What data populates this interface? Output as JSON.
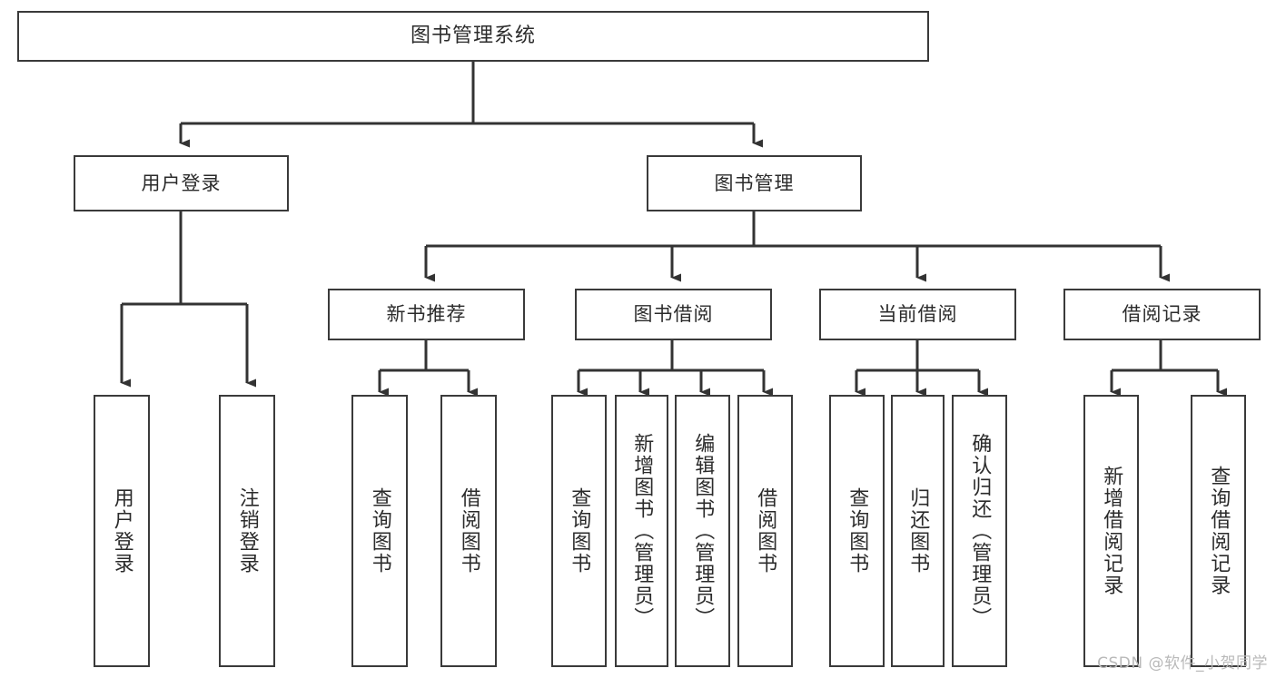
{
  "diagram": {
    "title": "图书管理系统",
    "type": "tree-structure-chart",
    "watermark": "CSDN @软件_小贺同学",
    "colors": {
      "border": "#3a3a3a",
      "text": "#2b2b2b",
      "background": "#ffffff",
      "connector": "#333333",
      "watermark": "#b9b9b9"
    }
  },
  "nodes": {
    "root": {
      "label": "图书管理系统"
    },
    "level1": [
      {
        "label": "用户登录"
      },
      {
        "label": "图书管理"
      }
    ],
    "level2": [
      {
        "label": "新书推荐"
      },
      {
        "label": "图书借阅"
      },
      {
        "label": "当前借阅"
      },
      {
        "label": "借阅记录"
      }
    ],
    "leaves": {
      "user_login": [
        {
          "label": "用户登录"
        },
        {
          "label": "注销登录"
        }
      ],
      "new_book_recommend": [
        {
          "label": "查询图书"
        },
        {
          "label": "借阅图书"
        }
      ],
      "book_borrow": [
        {
          "label": "查询图书"
        },
        {
          "label": "新增图书（管理员）"
        },
        {
          "label": "编辑图书（管理员）"
        },
        {
          "label": "借阅图书"
        }
      ],
      "current_borrow": [
        {
          "label": "查询图书"
        },
        {
          "label": "归还图书"
        },
        {
          "label": "确认归还（管理员）"
        }
      ],
      "borrow_record": [
        {
          "label": "新增借阅记录"
        },
        {
          "label": "查询借阅记录"
        }
      ]
    }
  }
}
